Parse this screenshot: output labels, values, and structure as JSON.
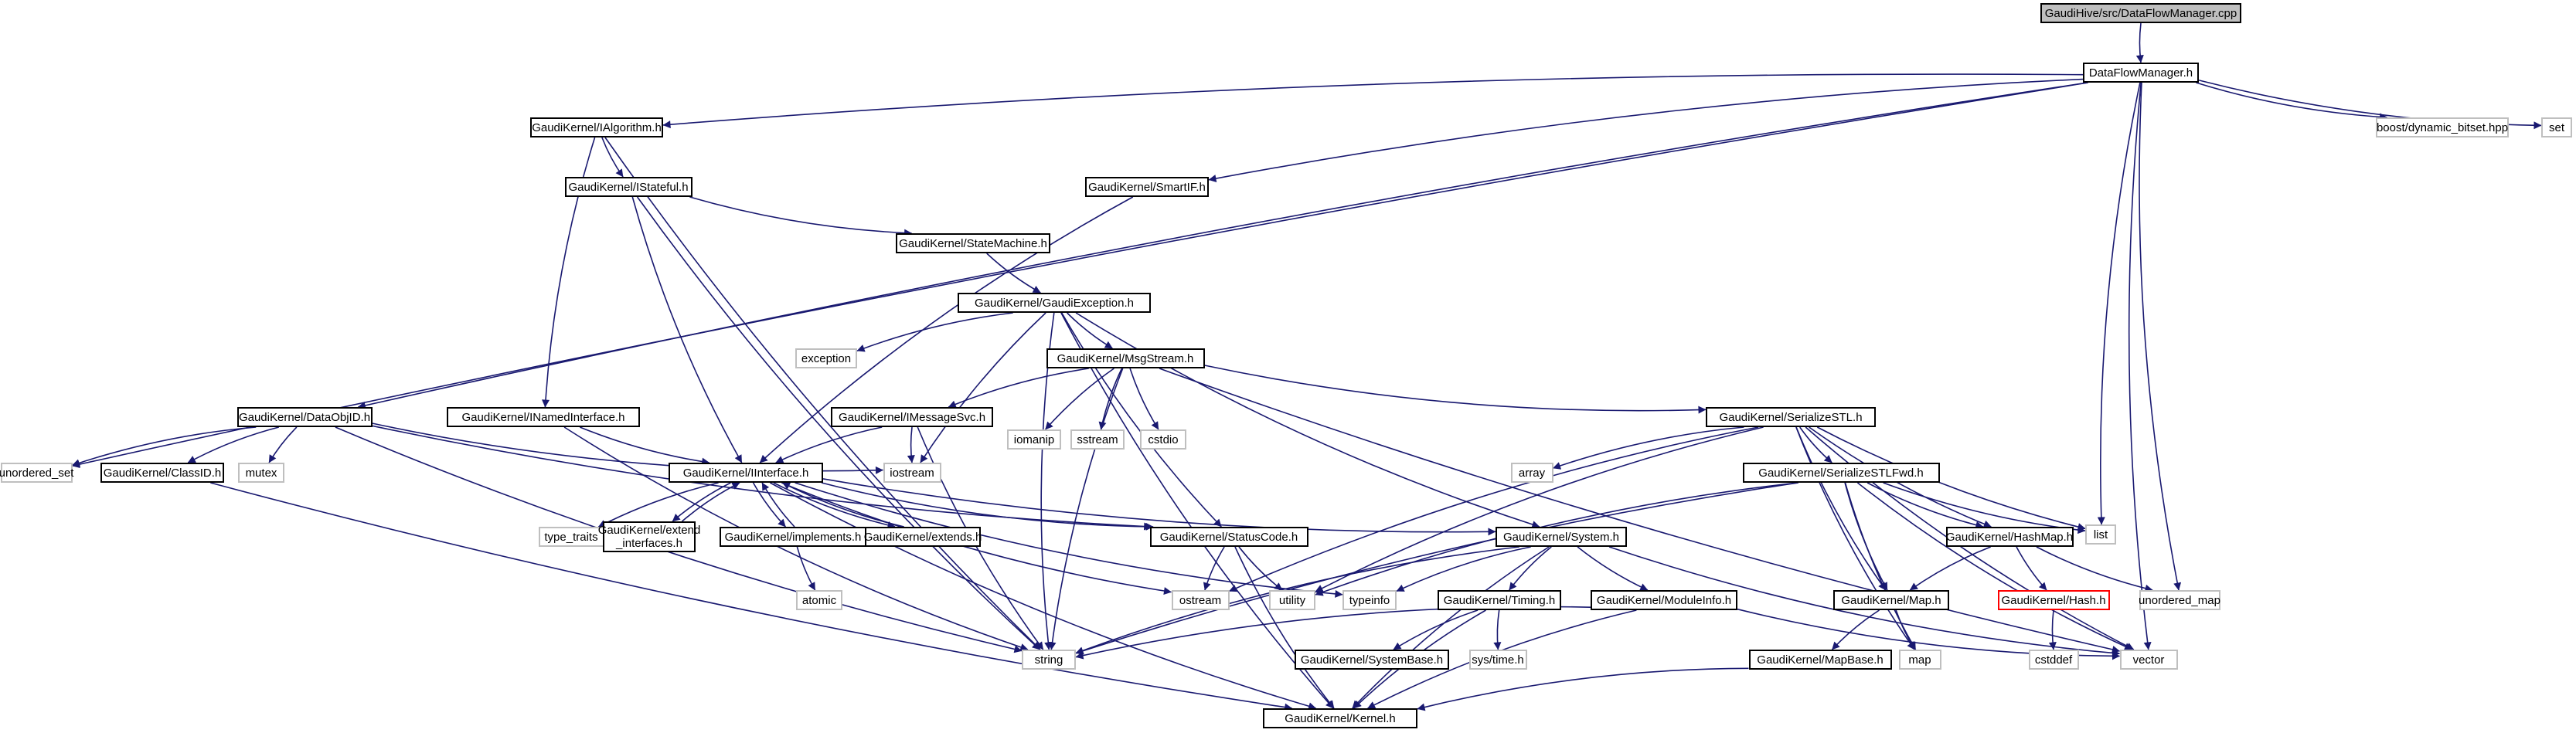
{
  "nodes": {
    "root": "GaudiHive/src/DataFlowManager.cpp",
    "dfm": "DataFlowManager.h",
    "ialg": "GaudiKernel/IAlgorithm.h",
    "dynbitset": "boost/dynamic_bitset.hpp",
    "set": "set",
    "istateful": "GaudiKernel/IStateful.h",
    "smartif": "GaudiKernel/SmartIF.h",
    "statemachine": "GaudiKernel/StateMachine.h",
    "gaudiexc": "GaudiKernel/GaudiException.h",
    "exception": "exception",
    "msgstream": "GaudiKernel/MsgStream.h",
    "dataobjid": "GaudiKernel/DataObjID.h",
    "inamed": "GaudiKernel/INamedInterface.h",
    "imsgsvc": "GaudiKernel/IMessageSvc.h",
    "iomanip": "iomanip",
    "sstream": "sstream",
    "cstdio": "cstdio",
    "serstl": "GaudiKernel/SerializeSTL.h",
    "unordered_set": "unordered_set",
    "mutex": "mutex",
    "classid": "GaudiKernel/ClassID.h",
    "iostream": "iostream",
    "iinterface": "GaudiKernel/IInterface.h",
    "array": "array",
    "serstlfwd": "GaudiKernel/SerializeSTLFwd.h",
    "list": "list",
    "type_traits": "type_traits",
    "extendif": "GaudiKernel/extend\n_interfaces.h",
    "implements": "GaudiKernel/implements.h",
    "extends": "GaudiKernel/extends.h",
    "statuscode": "GaudiKernel/StatusCode.h",
    "system": "GaudiKernel/System.h",
    "hashmap": "GaudiKernel/HashMap.h",
    "unordered_map": "unordered_map",
    "atomic": "atomic",
    "ostream": "ostream",
    "utility": "utility",
    "typeinfo": "typeinfo",
    "timing": "GaudiKernel/Timing.h",
    "moduleinfo": "GaudiKernel/ModuleInfo.h",
    "map_h": "GaudiKernel/Map.h",
    "hash_h": "GaudiKernel/Hash.h",
    "string": "string",
    "systembase": "GaudiKernel/SystemBase.h",
    "systime": "sys/time.h",
    "map": "map",
    "mapbase": "GaudiKernel/MapBase.h",
    "cstddef": "cstddef",
    "vector": "vector",
    "kernel": "GaudiKernel/Kernel.h"
  },
  "edges": [
    [
      "root",
      "dfm"
    ],
    [
      "dfm",
      "ialg"
    ],
    [
      "dfm",
      "dynbitset"
    ],
    [
      "dfm",
      "set"
    ],
    [
      "dfm",
      "smartif"
    ],
    [
      "dfm",
      "dataobjid"
    ],
    [
      "dfm",
      "unordered_set"
    ],
    [
      "dfm",
      "list"
    ],
    [
      "dfm",
      "unordered_map"
    ],
    [
      "dfm",
      "vector"
    ],
    [
      "ialg",
      "istateful"
    ],
    [
      "ialg",
      "inamed"
    ],
    [
      "ialg",
      "string"
    ],
    [
      "istateful",
      "iinterface"
    ],
    [
      "istateful",
      "statemachine"
    ],
    [
      "istateful",
      "string"
    ],
    [
      "smartif",
      "iinterface"
    ],
    [
      "statemachine",
      "gaudiexc"
    ],
    [
      "gaudiexc",
      "exception"
    ],
    [
      "gaudiexc",
      "msgstream"
    ],
    [
      "gaudiexc",
      "system"
    ],
    [
      "gaudiexc",
      "statuscode"
    ],
    [
      "gaudiexc",
      "iostream"
    ],
    [
      "gaudiexc",
      "kernel"
    ],
    [
      "gaudiexc",
      "string"
    ],
    [
      "msgstream",
      "imsgsvc"
    ],
    [
      "msgstream",
      "iomanip"
    ],
    [
      "msgstream",
      "sstream"
    ],
    [
      "msgstream",
      "cstdio"
    ],
    [
      "msgstream",
      "serstl"
    ],
    [
      "msgstream",
      "string"
    ],
    [
      "msgstream",
      "vector"
    ],
    [
      "dataobjid",
      "unordered_set"
    ],
    [
      "dataobjid",
      "mutex"
    ],
    [
      "dataobjid",
      "classid"
    ],
    [
      "dataobjid",
      "iostream"
    ],
    [
      "dataobjid",
      "statuscode"
    ],
    [
      "dataobjid",
      "string"
    ],
    [
      "inamed",
      "iinterface"
    ],
    [
      "inamed",
      "string"
    ],
    [
      "imsgsvc",
      "iinterface"
    ],
    [
      "imsgsvc",
      "iostream"
    ],
    [
      "imsgsvc",
      "string"
    ],
    [
      "classid",
      "kernel"
    ],
    [
      "serstl",
      "array"
    ],
    [
      "serstl",
      "serstlfwd"
    ],
    [
      "serstl",
      "list"
    ],
    [
      "serstl",
      "hashmap"
    ],
    [
      "serstl",
      "map_h"
    ],
    [
      "serstl",
      "map"
    ],
    [
      "serstl",
      "vector"
    ],
    [
      "serstl",
      "ostream"
    ],
    [
      "serstl",
      "utility"
    ],
    [
      "serstlfwd",
      "hashmap"
    ],
    [
      "serstlfwd",
      "map_h"
    ],
    [
      "serstlfwd",
      "list"
    ],
    [
      "serstlfwd",
      "map"
    ],
    [
      "serstlfwd",
      "vector"
    ],
    [
      "serstlfwd",
      "string"
    ],
    [
      "serstlfwd",
      "utility"
    ],
    [
      "iinterface",
      "type_traits"
    ],
    [
      "iinterface",
      "extendif"
    ],
    [
      "iinterface",
      "implements"
    ],
    [
      "iinterface",
      "extends"
    ],
    [
      "iinterface",
      "statuscode"
    ],
    [
      "iinterface",
      "system"
    ],
    [
      "iinterface",
      "ostream"
    ],
    [
      "iinterface",
      "typeinfo"
    ],
    [
      "iinterface",
      "kernel"
    ],
    [
      "extendif",
      "iinterface"
    ],
    [
      "implements",
      "iinterface"
    ],
    [
      "extends",
      "iinterface"
    ],
    [
      "implements",
      "atomic"
    ],
    [
      "statuscode",
      "ostream"
    ],
    [
      "statuscode",
      "utility"
    ],
    [
      "statuscode",
      "kernel"
    ],
    [
      "system",
      "timing"
    ],
    [
      "system",
      "moduleinfo"
    ],
    [
      "system",
      "typeinfo"
    ],
    [
      "system",
      "string"
    ],
    [
      "system",
      "vector"
    ],
    [
      "system",
      "kernel"
    ],
    [
      "hashmap",
      "unordered_map"
    ],
    [
      "hashmap",
      "hash_h"
    ],
    [
      "hashmap",
      "map_h"
    ],
    [
      "timing",
      "systembase"
    ],
    [
      "timing",
      "systime"
    ],
    [
      "timing",
      "kernel"
    ],
    [
      "moduleinfo",
      "string"
    ],
    [
      "moduleinfo",
      "vector"
    ],
    [
      "moduleinfo",
      "kernel"
    ],
    [
      "map_h",
      "map"
    ],
    [
      "map_h",
      "mapbase"
    ],
    [
      "hash_h",
      "cstddef"
    ],
    [
      "mapbase",
      "kernel"
    ]
  ],
  "colors": {
    "edge": "#191970",
    "root_fill": "#bfbfbf",
    "node_border": "#000000",
    "system_border": "#bfbfbf",
    "missing_border": "#ff0000"
  }
}
